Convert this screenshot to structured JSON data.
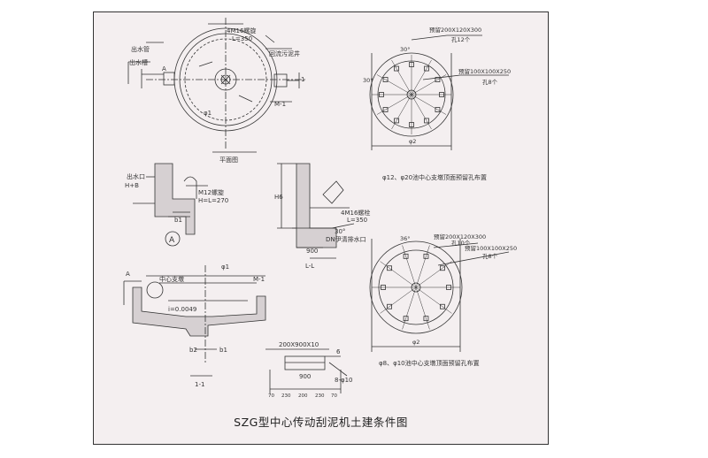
{
  "caption": "SZG型中心传动刮泥机土建条件图",
  "plan_view": {
    "title": "平面图",
    "bolt_label": "4M16螺旋",
    "bolt_length": "L=350",
    "outlet_pipe": "出水管",
    "outlet_weir": "出水槽",
    "flush_well": "回流污泥井",
    "m1": "M-1",
    "phi1": "φ1",
    "section_mark": "1",
    "A_mark": "A"
  },
  "detail_a": {
    "outlet": "出水口",
    "hb": "H+B",
    "bolt": "M12螺旋",
    "length": "H=L=270",
    "b1": "b1",
    "circle": "A"
  },
  "section_col": {
    "h6": "H6",
    "bolt": "4M16螺栓",
    "length": "L=350",
    "angle": "30°",
    "drain": "DN伊清排水口",
    "w900": "900",
    "title": "L-L"
  },
  "section_11": {
    "A": "A",
    "center_support": "中心支墩",
    "m1": "M-1",
    "slope": "i=0.0049",
    "phi1": "φ1",
    "b1": "b1",
    "b2": "b2",
    "title": "1-1"
  },
  "pier_detail": {
    "top_label": "200X900X10",
    "six": "6",
    "steel": "8-φ10",
    "w900": "900",
    "bottom_dims": [
      "70",
      "230",
      "200",
      "230",
      "70"
    ]
  },
  "top_holes": {
    "reserve1": "预留200X120X300",
    "count1": "孔12个",
    "reserve2": "预留100X100X250",
    "count2": "孔8个",
    "angle1": "30°",
    "angle2": "30°",
    "phi2": "φ2",
    "caption": "φ12、φ20池中心支墩顶面预留孔布置"
  },
  "bottom_holes": {
    "reserve1": "预留200X120X300",
    "count1": "孔10个",
    "reserve2": "预留100X100X250",
    "count2": "孔8个",
    "angle": "36°",
    "phi2": "φ2",
    "caption": "φ8、φ10池中心支墩顶面预留孔布置"
  }
}
